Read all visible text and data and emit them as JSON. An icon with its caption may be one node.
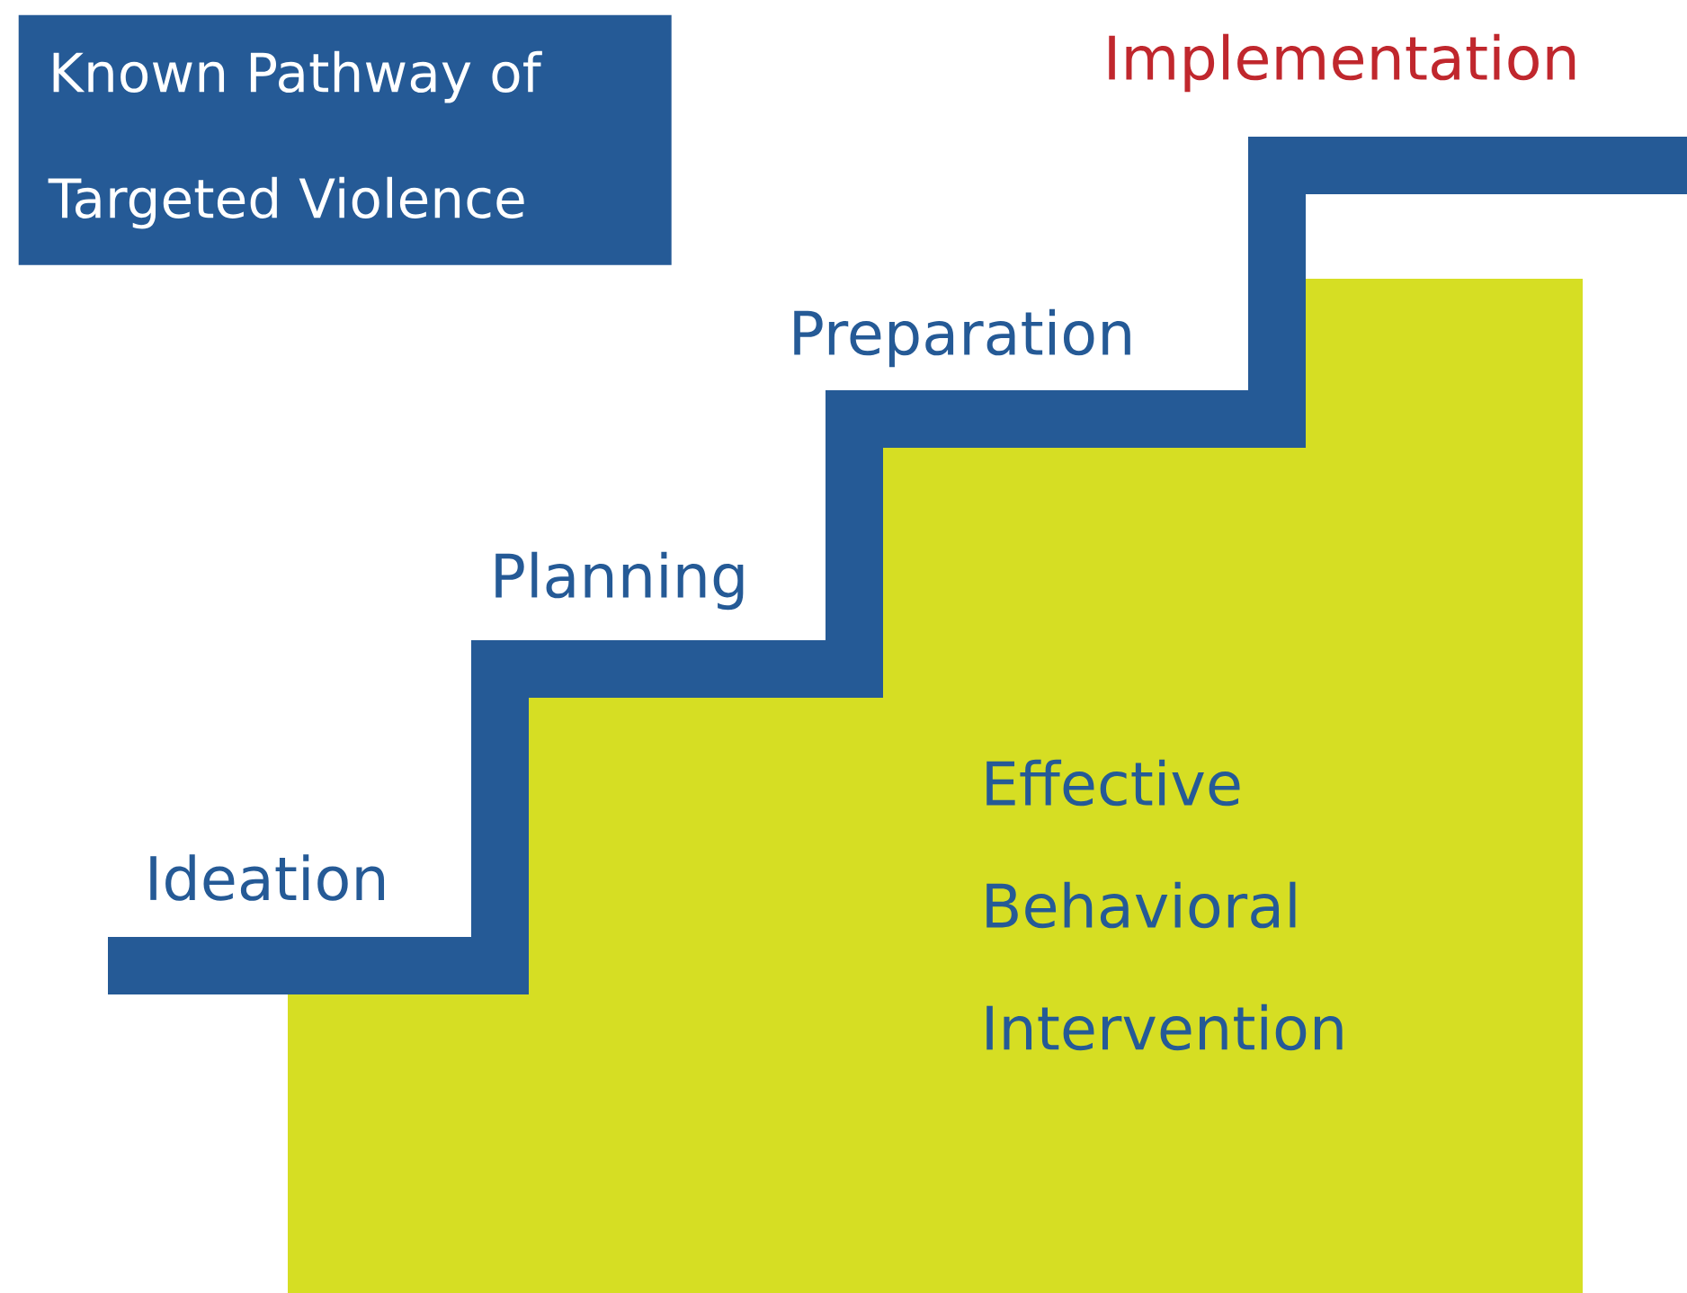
{
  "diagram": {
    "nodes": [
      {
        "text": [
          "Known Pathway of Targeted Violence"
        ]
      },
      {
        "text": [
          "Effective Behavioral Intervention"
        ]
      }
    ],
    "labels": [
      "Implementation",
      "Preparation",
      "Planning",
      "Ideation"
    ]
  }
}
